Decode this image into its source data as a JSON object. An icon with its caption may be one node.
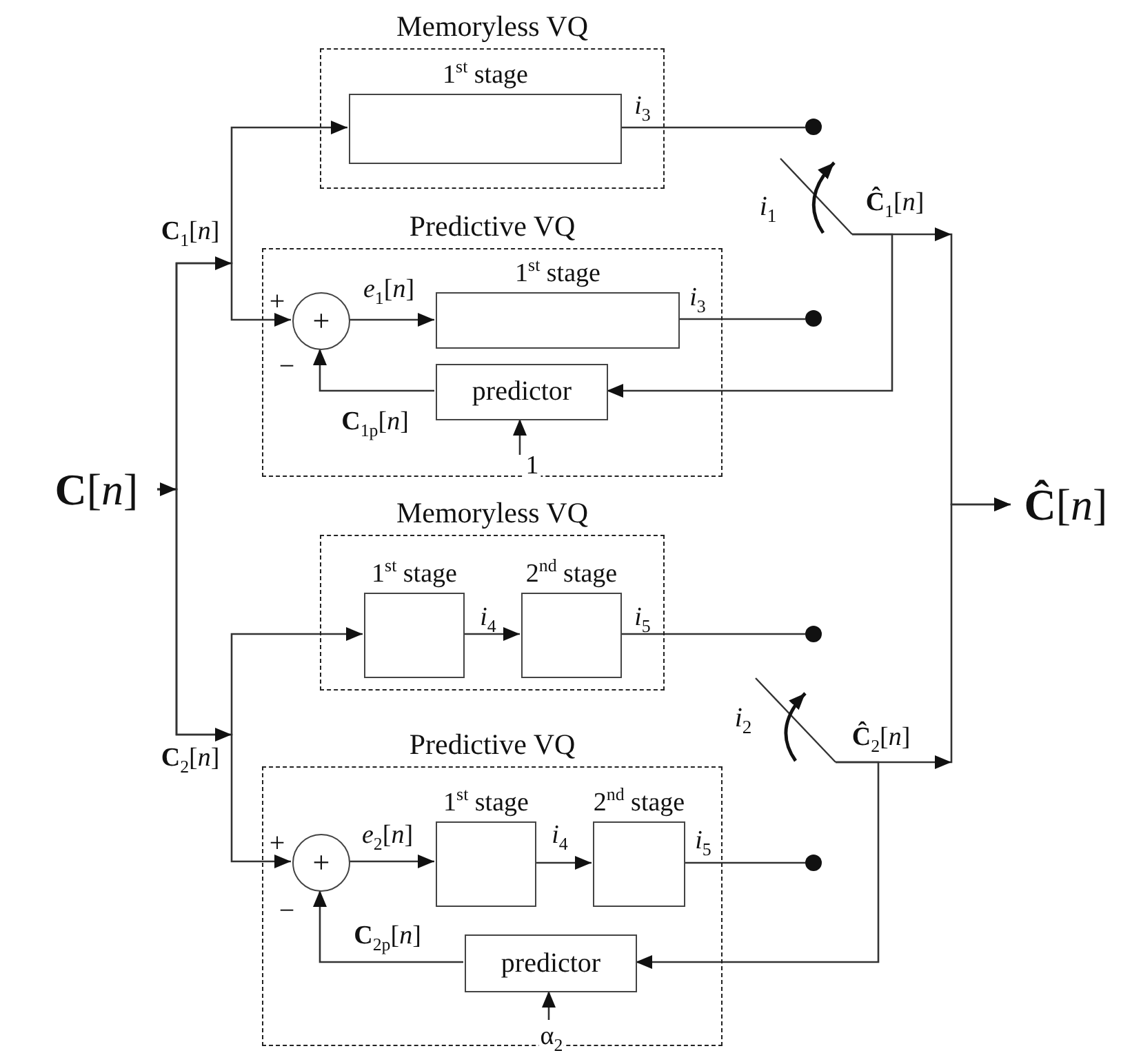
{
  "diagram": {
    "nodes": [
      {
        "text": [
          "**C**[*n*]"
        ]
      },
      {
        "text": [
          "Memoryless VQ"
        ]
      },
      {
        "text": [
          "1$^{st}$ stage"
        ],
        "in": 1
      },
      {
        "text": [],
        "shape": "circle"
      },
      {
        "text": [
          "Predictive VQ"
        ]
      },
      {
        "text": [
          "+"
        ],
        "in": 4,
        "beside": [
          "+",
          "−"
        ]
      },
      {
        "text": [
          "1$^{st}$ stage"
        ],
        "in": 4
      },
      {
        "text": [
          "predictor"
        ],
        "in": 4
      },
      {
        "text": [],
        "shape": "circle"
      },
      {
        "text": [
          "Memoryless VQ"
        ]
      },
      {
        "text": [
          "1$^{st}$ stage"
        ],
        "in": 9
      },
      {
        "text": [
          "2$^{nd}$ stage"
        ],
        "in": 9
      },
      {
        "text": [],
        "shape": "circle"
      },
      {
        "text": [
          "Predictive VQ"
        ]
      },
      {
        "text": [
          "+"
        ],
        "in": 13,
        "beside": [
          "+",
          "−"
        ]
      },
      {
        "text": [
          "1$^{st}$ stage"
        ],
        "in": 13
      },
      {
        "text": [
          "2$^{nd}$ stage"
        ],
        "in": 13
      },
      {
        "text": [
          "predictor"
        ],
        "in": 13
      },
      {
        "text": [],
        "shape": "circle"
      },
      {
        "text": [],
        "shape": "switch",
        "beside": [
          "*i*$_{1}$"
        ]
      },
      {
        "text": [],
        "shape": "switch",
        "beside": [
          "*i*$_{2}$"
        ]
      },
      {
        "text": [
          "**Ĉ**[*n*]"
        ]
      }
    ],
    "edges": [
      {
        "from": 0,
        "to": 2,
        "arrow": "to"
      },
      {
        "from": 0,
        "to": 5,
        "arrow": "to"
      },
      {
        "from": 0,
        "to": 10,
        "arrow": "to"
      },
      {
        "from": 0,
        "to": 14,
        "arrow": "to"
      },
      {
        "from": 2,
        "to": 3,
        "arrow": "none",
        "label": "*i*$_{3}$"
      },
      {
        "from": 5,
        "to": 6,
        "arrow": "to",
        "label": "*e*$_{1}$[*n*]"
      },
      {
        "from": 6,
        "to": 8,
        "arrow": "none",
        "label": "*i*$_{3}$"
      },
      {
        "from": 7,
        "to": 5,
        "arrow": "to",
        "label": "**C**$_{1p}$[*n*]"
      },
      {
        "from": null,
        "to": 7,
        "arrow": "to",
        "label": "1"
      },
      {
        "from": 10,
        "to": 11,
        "arrow": "to",
        "label": "*i*$_{4}$"
      },
      {
        "from": 11,
        "to": 12,
        "arrow": "none",
        "label": "*i*$_{5}$"
      },
      {
        "from": 14,
        "to": 15,
        "arrow": "to",
        "label": "*e*$_{2}$[*n*]"
      },
      {
        "from": 15,
        "to": 16,
        "arrow": "to",
        "label": "*i*$_{4}$"
      },
      {
        "from": 16,
        "to": 18,
        "arrow": "none",
        "label": "*i*$_{5}$"
      },
      {
        "from": 17,
        "to": 14,
        "arrow": "to",
        "label": "**C**$_{2p}$[*n*]"
      },
      {
        "from": null,
        "to": 17,
        "arrow": "to",
        "label": "α$_{2}$"
      },
      {
        "from": 19,
        "to": 21,
        "arrow": "to",
        "label": "**Ĉ**$_{1}$[*n*]"
      },
      {
        "from": 19,
        "to": 7,
        "arrow": "to"
      },
      {
        "from": 20,
        "to": 21,
        "arrow": "to",
        "label": "**Ĉ**$_{2}$[*n*]"
      },
      {
        "from": 20,
        "to": 17,
        "arrow": "to"
      }
    ],
    "labels": [
      "**C**$_{1}$[*n*]",
      "**C**$_{2}$[*n*]"
    ]
  }
}
